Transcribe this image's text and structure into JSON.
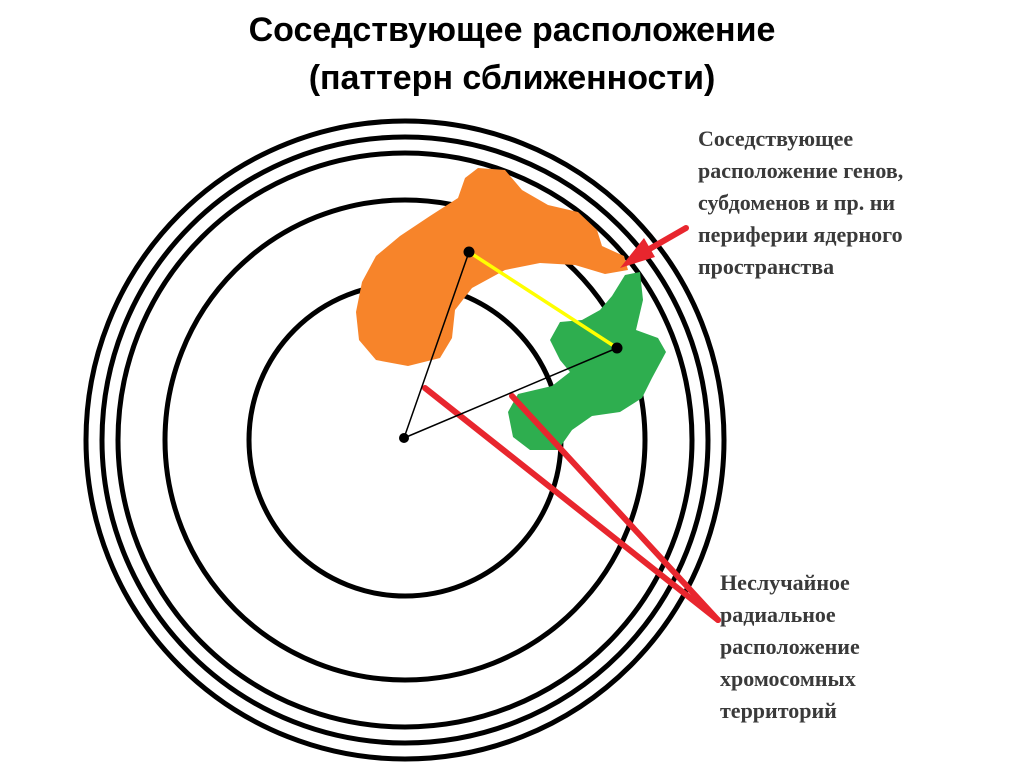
{
  "title": {
    "line1": "Соседствующее расположение",
    "line2": "(паттерн сближенности)"
  },
  "annotations": {
    "neighbor": {
      "lines": [
        "Соседствующее",
        "расположение генов,",
        "субдоменов и пр. ни",
        "периферии ядерного",
        "пространства"
      ]
    },
    "radial": {
      "lines": [
        "Неслучайное",
        "радиальное",
        "расположение",
        "хромосомных",
        "территорий"
      ]
    }
  },
  "colors": {
    "rings": "#000000",
    "orange_territory": "#f7842a",
    "green_territory": "#2eae4f",
    "pointer_arrows": "#e8262e",
    "proximity_line": "#ffff00",
    "annotation_text": "#3a3a3a"
  }
}
